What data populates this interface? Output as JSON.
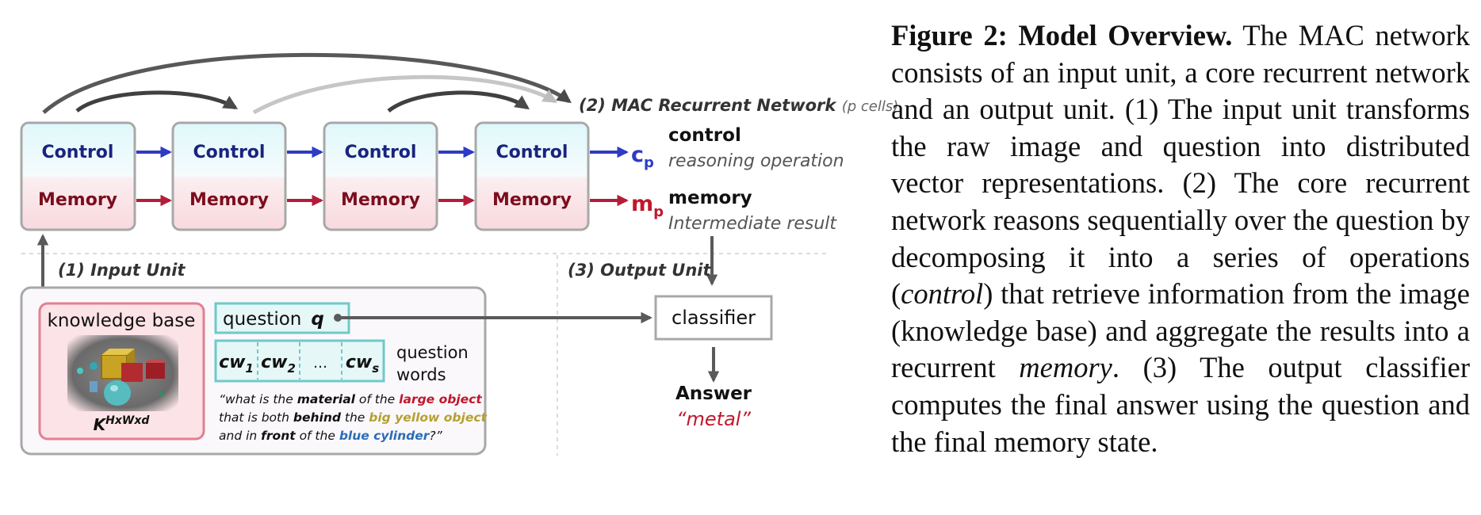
{
  "diagram": {
    "network_title": "(2) MAC Recurrent Network",
    "network_title_note": "(p cells)",
    "cells": [
      {
        "control": "Control",
        "memory": "Memory"
      },
      {
        "control": "Control",
        "memory": "Memory"
      },
      {
        "control": "Control",
        "memory": "Memory"
      },
      {
        "control": "Control",
        "memory": "Memory"
      }
    ],
    "c_p": "c",
    "c_p_sub": "p",
    "m_p": "m",
    "m_p_sub": "p",
    "control_label": "control",
    "control_desc": "reasoning operation",
    "memory_label": "memory",
    "memory_desc": "Intermediate result",
    "input_unit_label": "(1) Input Unit",
    "output_unit_label": "(3) Output Unit",
    "knowledge_base_label": "knowledge base",
    "kb_symbol": "K",
    "kb_superscript": "HxWxd",
    "question_label": "question",
    "question_symbol": "q",
    "cw_tokens": [
      {
        "base": "cw",
        "sub": "1"
      },
      {
        "base": "cw",
        "sub": "2"
      },
      {
        "base": "…",
        "sub": ""
      },
      {
        "base": "cw",
        "sub": "s"
      }
    ],
    "question_words_line1": "question",
    "question_words_line2": "words",
    "question_text_parts": [
      {
        "text": "“what is the ",
        "bold": false,
        "color": "#111111"
      },
      {
        "text": "material",
        "bold": true,
        "color": "#111111"
      },
      {
        "text": " of the ",
        "bold": false,
        "color": "#111111"
      },
      {
        "text": "large object",
        "bold": true,
        "color": "#c0182c"
      },
      {
        "text": "that is both ",
        "bold": false,
        "color": "#111111"
      },
      {
        "text": "behind",
        "bold": true,
        "color": "#111111"
      },
      {
        "text": " the ",
        "bold": false,
        "color": "#111111"
      },
      {
        "text": "big yellow object",
        "bold": true,
        "color": "#b5a032"
      },
      {
        "text": "and in ",
        "bold": false,
        "color": "#111111"
      },
      {
        "text": "front",
        "bold": true,
        "color": "#111111"
      },
      {
        "text": " of the ",
        "bold": false,
        "color": "#111111"
      },
      {
        "text": "blue cylinder",
        "bold": true,
        "color": "#2b6cb8"
      },
      {
        "text": "?”",
        "bold": false,
        "color": "#111111"
      }
    ],
    "classifier_label": "classifier",
    "answer_label": "Answer",
    "answer_value": "“metal”"
  },
  "caption": {
    "label": "Figure 2: Model Overview.",
    "t1": " The MAC network consists of an input unit, a core recurrent network and an output unit. (1) The input unit transforms the raw image and question into distributed vector representations. (2) The core recurrent network reasons sequentially over the question by decomposing it into a series of operations (",
    "em1": "control",
    "t2": ") that retrieve information from the image (knowledge base) and aggregate the results into a recurrent ",
    "em2": "memory",
    "t3": ".  (3) The output classifier computes the final answer using the question and the final memory state."
  },
  "colors": {
    "control_text": "#1a237e",
    "memory_text": "#7b0d1e",
    "control_arrow": "#2e3bc4",
    "memory_arrow": "#b41d3a",
    "cp_color": "#2e3bc4",
    "mp_color": "#c0182c",
    "answer_value": "#c0182c",
    "box_border": "#a8a8a8",
    "kb_border": "#e27f90",
    "question_border": "#70c9c9"
  }
}
